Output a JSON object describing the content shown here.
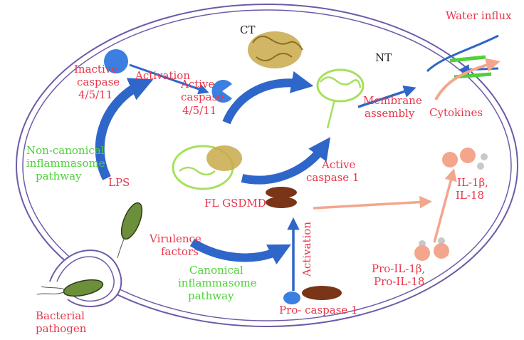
{
  "labels": {
    "ct": "CT",
    "nt": "NT",
    "water_influx": "Water influx",
    "cytokines": "Cytokines",
    "inactive_caspase": [
      "Inactive",
      "caspase",
      "4/5/11"
    ],
    "activation_top": "Activation",
    "active_caspase": [
      "Active",
      "caspase",
      "4/5/11"
    ],
    "membrane_assembly": [
      "Membrane",
      "assembly"
    ],
    "noncanonical": [
      "Non-canonical",
      "inflammasome",
      "pathway"
    ],
    "lps": "LPS",
    "fl_gsdmd": "FL GSDMD",
    "active_caspase1": [
      "Active",
      "caspase 1"
    ],
    "il": [
      "IL-1β,",
      "IL-18"
    ],
    "virulence": [
      "Virulence",
      "factors"
    ],
    "activation_vertical": "Activation",
    "pro_il": [
      "Pro-IL-1β,",
      "Pro-IL-18"
    ],
    "canonical": [
      "Canonical",
      "inflammasome",
      "pathway"
    ],
    "pro_caspase1": "Pro- caspase 1",
    "bacterial": [
      "Bacterial",
      "pathogen"
    ]
  },
  "colors": {
    "cell_border": "#6e5aa8",
    "blue_arrow": "#2f66c9",
    "salmon": "#f3a68c",
    "red_text": "#e8364a",
    "green_text": "#4fd13a",
    "protein_green": "#a6e05c",
    "protein_olive": "#c8a94a",
    "caspase_brown": "#7a3417",
    "caspase_blue": "#3b7fe0",
    "bacterium": "#6b8f3a"
  }
}
